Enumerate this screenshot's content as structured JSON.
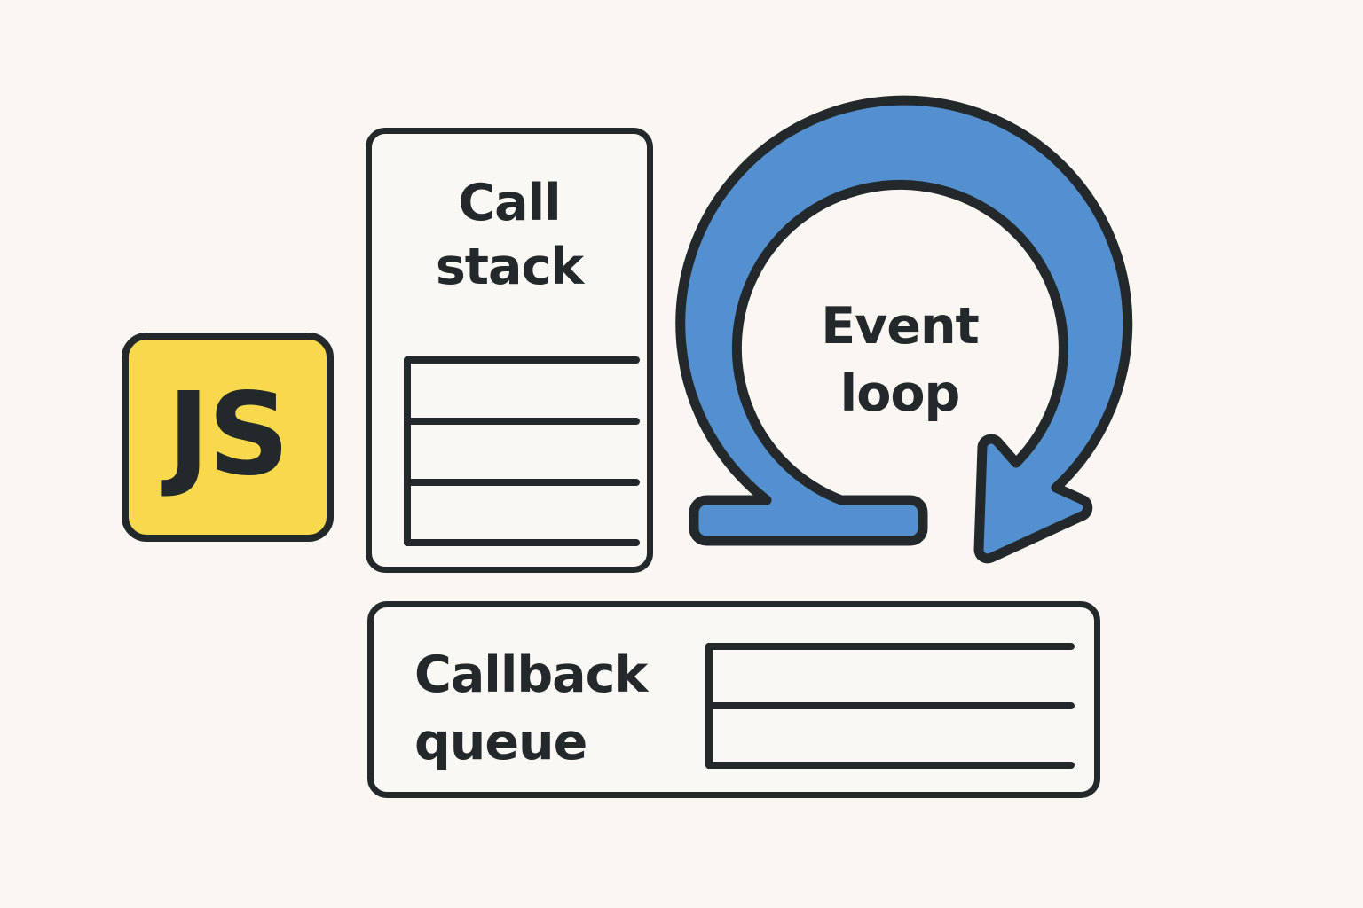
{
  "diagram": {
    "title": "JavaScript runtime event loop diagram",
    "background_color": "#faf7f2",
    "ink_color": "#23292b",
    "accent_blue": "#5490cf",
    "accent_yellow": "#f8d94e"
  },
  "js_badge": {
    "label": "JS",
    "icon": "javascript-logo",
    "fill": "#f8d94e"
  },
  "call_stack": {
    "title_lines": [
      "Call",
      "stack"
    ],
    "frame_count": 3,
    "frames": [
      "",
      "",
      ""
    ]
  },
  "event_loop": {
    "title_lines": [
      "Event",
      "loop"
    ],
    "icon": "circular-arrow-icon",
    "arrow_direction": "clockwise",
    "fill": "#5490cf"
  },
  "callback_queue": {
    "title_lines": [
      "Callback",
      "queue"
    ],
    "slot_count": 2,
    "slots": [
      "",
      ""
    ]
  }
}
